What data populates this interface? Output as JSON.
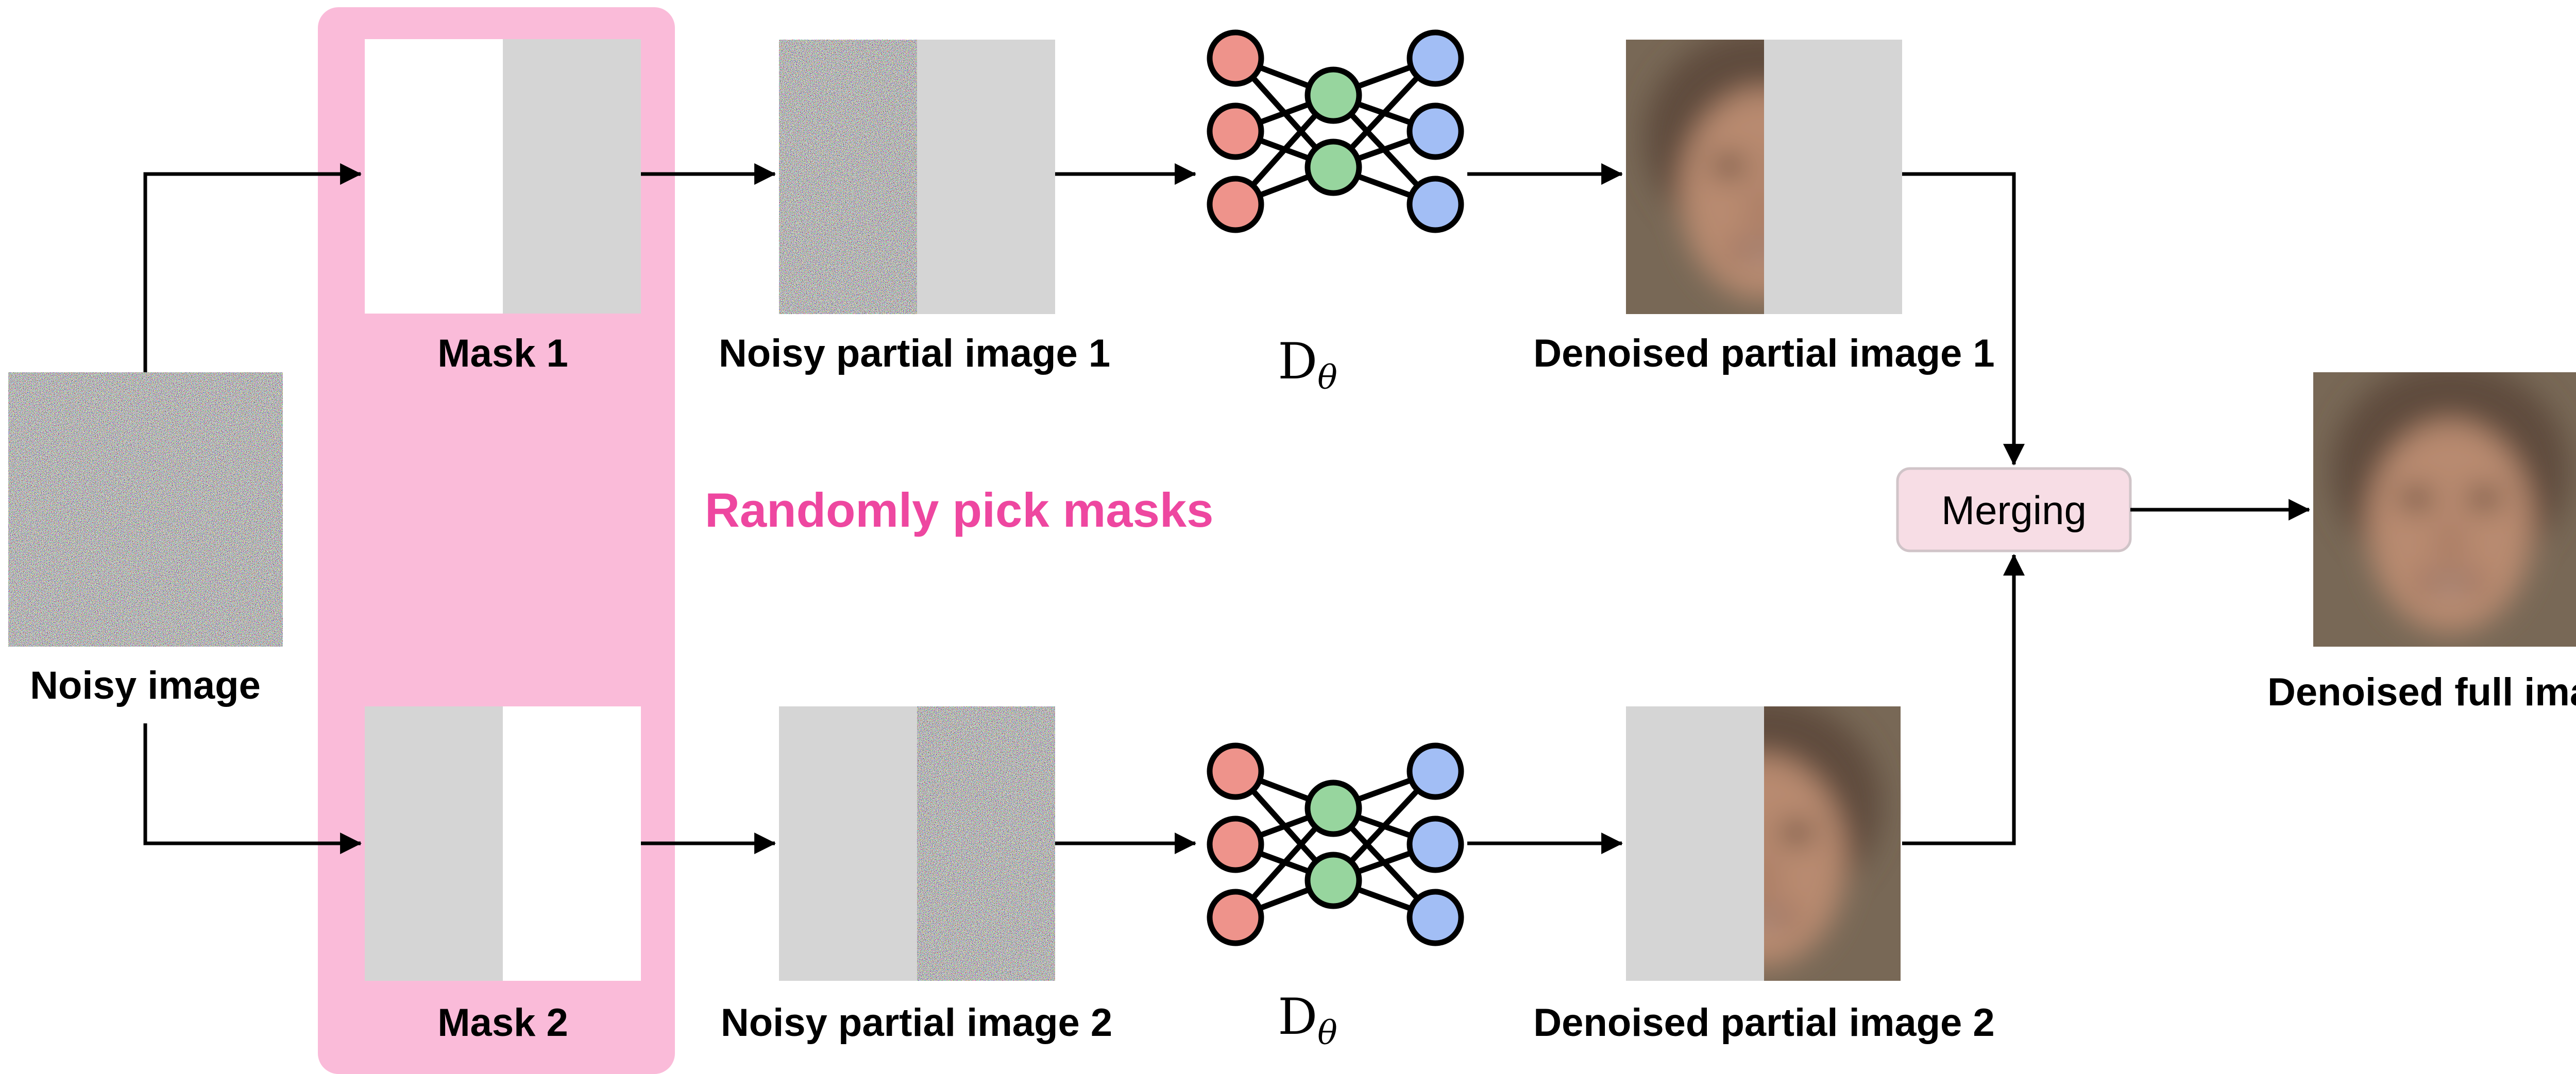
{
  "labels": {
    "noisy_image": "Noisy image",
    "mask_1": "Mask 1",
    "mask_2": "Mask 2",
    "noisy_partial_1": "Noisy partial image 1",
    "noisy_partial_2": "Noisy partial image 2",
    "denoiser_top_base": "D",
    "denoiser_top_sub": "θ",
    "denoiser_bottom_base": "D",
    "denoiser_bottom_sub": "θ",
    "denoised_partial_1": "Denoised partial image 1",
    "denoised_partial_2": "Denoised partial image 2",
    "merging": "Merging",
    "denoised_full": "Denoised full image",
    "randomly_pick": "Randomly pick masks"
  },
  "colors": {
    "mask_panel": "#FABBD9",
    "accent_text": "#EE47A0",
    "mask_gray": "#D5D5D5",
    "merge_box_fill": "#F7DDE5",
    "merge_box_stroke": "#D0C4C8",
    "input_nodes": "#EE938B",
    "hidden_nodes": "#97D59E",
    "output_nodes": "#A2BEF5",
    "face_background": "#7A6A5A",
    "face_skin": "#B98A72"
  }
}
